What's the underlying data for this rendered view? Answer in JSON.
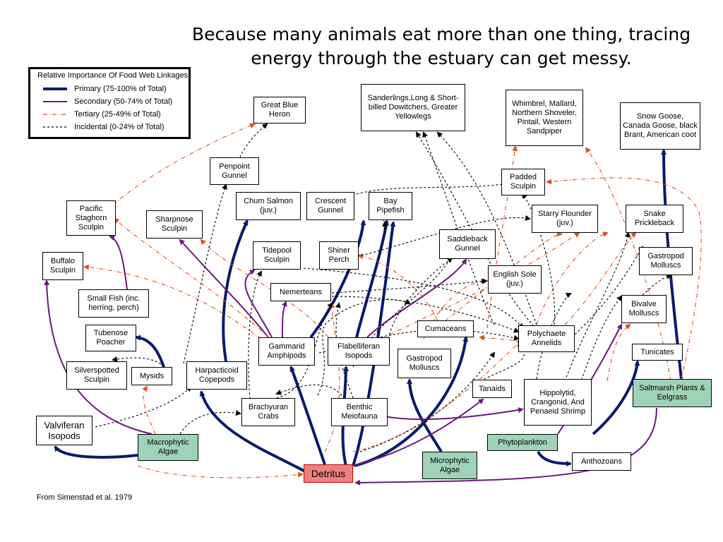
{
  "title": {
    "line1": "Because many animals eat more than one thing, tracing",
    "line2": "energy through the estuary can get messy."
  },
  "legend": {
    "title": "Relative Importance Of Food Web Linkages",
    "items": [
      {
        "label": "Primary (75-100% of Total)",
        "style": "primary",
        "color": "#0a1a6e"
      },
      {
        "label": "Secondary (50-74% of Total)",
        "style": "secondary",
        "color": "#6a1a7a"
      },
      {
        "label": "Tertiary (25-49% of Total)",
        "style": "tertiary",
        "color": "#d9531e"
      },
      {
        "label": "Incidental (0-24% of Total)",
        "style": "incidental",
        "color": "#000000"
      }
    ]
  },
  "colors": {
    "primary": "#0a1a6e",
    "secondary": "#6a1a7a",
    "tertiary": "#d9531e",
    "incidental": "#000000",
    "producer": "#9fd3b8",
    "detritus": "#f08080"
  },
  "nodes": {
    "great_blue_heron": "Great Blue Heron",
    "sanderlings": "Sanderlings,Long & Short-billed Dowitchers, Greater Yellowlegs",
    "whimbrel": "Whimbrel, Mallard, Northern Shoveler, Pintail, Western Sandpiper",
    "snow_goose": "Snow Goose, Canada Goose, black Brant, American coot",
    "penpoint_gunnel": "Penpoint Gunnel",
    "padded_sculpin": "Padded Sculpin",
    "pacific_staghorn": "Pacific Staghorn Sculpin",
    "sharpnose_sculpin": "Sharpnose Sculpin",
    "chum_salmon": "Chum Salmon (juv.)",
    "crescent_gunnel": "Crescent Gunnel",
    "bay_pipefish": "Bay Pipefish",
    "starry_flounder": "Starry Flounder (juv.)",
    "snake_prickleback": "Snake Prickleback",
    "buffalo_sculpin": "Buffalo Sculpin",
    "tidepool_sculpin": "Tidepool Sculpin",
    "shiner_perch": "Shiner Perch",
    "saddleback_gunnel": "Saddleback Gunnel",
    "gastropod_top": "Gastropod Molluscs",
    "small_fish": "Small Fish (inc. herring, perch)",
    "english_sole": "English Sole (juv.)",
    "nemerteans": "Nemerteans",
    "bivalve": "Bivalve Molluscs",
    "tubenose": "Tubenose Poacher",
    "cumaceans": "Cumaceans",
    "polychaete": "Polychaete Annelids",
    "gammarid": "Gammarid Amphipods",
    "flabelliferan": "Flabelliferan Isopods",
    "tunicates": "Tunicates",
    "silverspotted": "Silverspotted Sculpin",
    "mysids": "Mysids",
    "harpacticoid": "Harpacticoid Copepods",
    "gastropod_mid": "Gastropod Molluscs",
    "tanaids": "Tanaids",
    "hippolytid": "Hippolytid, Crangonid, And Penaeid Shrimp",
    "saltmarsh": "Saltmarsh Plants & Eelgrass",
    "brachyuran": "Brachyuran Crabs",
    "benthic": "Benthic Meiofauna",
    "valviferan": "Valviferan Isopods",
    "macrophytic": "Macrophytic Algae",
    "phytoplankton": "Phytoplankton",
    "anthozoans": "Anthozoans",
    "microphytic": "Microphytic Algae",
    "detritus": "Detritus"
  },
  "credit": "From Simenstad et al. 1979"
}
